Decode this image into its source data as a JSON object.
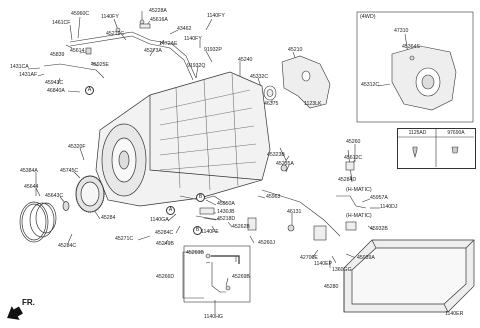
{
  "labels": {
    "p45960C": "45960C",
    "p1461CF": "1461CF",
    "p1140FY_a": "1140FY",
    "p45228A": "45228A",
    "p1140FY_b": "1140FY",
    "p45616A": "45616A",
    "p43462": "43462",
    "p45219C": "45219C",
    "p1472AE": "1472AE",
    "p1140FY_c": "1140FY",
    "p45614": "45614",
    "p45839": "45839",
    "p45273A": "45273A",
    "p91932P": "91932P",
    "p45210": "45210",
    "p1431CA": "1431CA",
    "p1431AF": "1431AF",
    "p45925E": "45925E",
    "p45943C": "45943C",
    "p91932Q": "91932Q",
    "p45240": "45240",
    "p45332C": "45332C",
    "p46840A": "46840A",
    "p46375": "46375",
    "p1123LK": "1123LK",
    "p47310": "47310",
    "p45364S": "45364S",
    "p45312C": "45312C",
    "p45260": "45260",
    "p45612C": "45612C",
    "p45323B": "45323B",
    "p45235A": "45235A",
    "p45284D": "45284D",
    "p45957A": "45957A",
    "p1140DJ": "1140DJ",
    "p45932B": "45932B",
    "p45320F": "45320F",
    "p45745C": "45745C",
    "p45384A": "45384A",
    "p45644": "45644",
    "p45643C": "45643C",
    "p45284": "45284",
    "p45284C_a": "45284C",
    "p45963": "45963",
    "p45950A": "45950A",
    "p1430JB": "1430JB",
    "p45218D": "45218D",
    "p1140GA": "1140GA",
    "p1140FE": "1140FE",
    "p45262B": "45262B",
    "p45284C_b": "45284C",
    "p45271C": "45271C",
    "p45249B": "45249B",
    "p46131": "46131",
    "p45260J": "45260J",
    "p45269B_a": "45269B",
    "p45269B_b": "45269B",
    "p45266D": "45266D",
    "p1140HG": "1140HG",
    "p42700E": "42700E",
    "p1140EP": "1140EP",
    "p45939A": "45939A",
    "p1360GG": "1360GG",
    "p45280": "45280",
    "p1140ER": "1140ER"
  },
  "sections": {
    "fwd": "(4WD)",
    "hmatic1": "(H-MATIC)",
    "hmatic2": "(H-MATIC)"
  },
  "callouts": {
    "a1": "A",
    "a2": "A",
    "b1": "B",
    "b2": "B"
  },
  "table": {
    "col1": "1125AD",
    "col2": "97690A"
  },
  "direction": "FR."
}
